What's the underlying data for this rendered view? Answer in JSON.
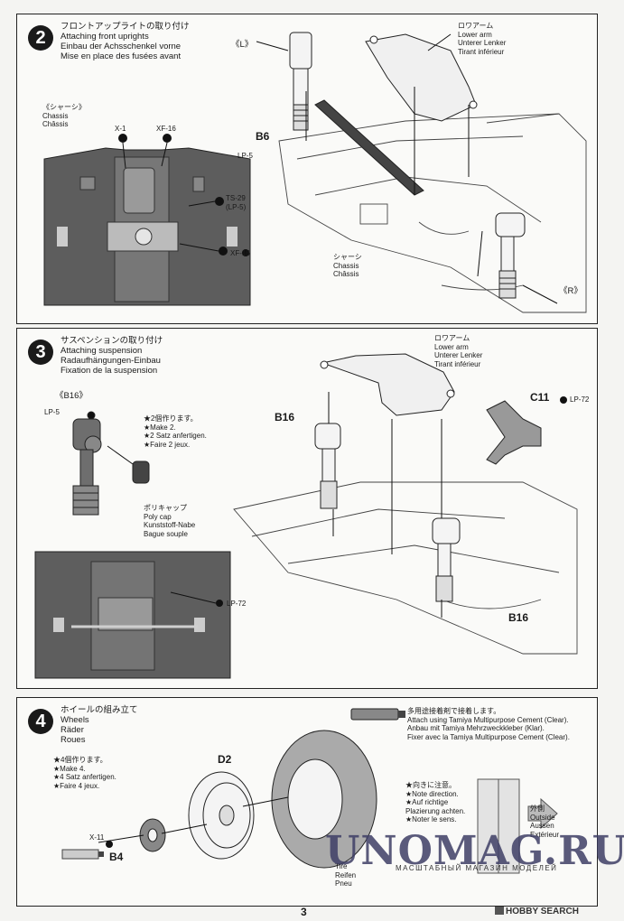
{
  "page": {
    "number": "3"
  },
  "watermark": {
    "main": "UNOMAG.RU",
    "sub": "МАСШТАБНЫЙ МАГАЗИН МОДЕЛЕЙ"
  },
  "brand": {
    "text": "HOBBY SEARCH"
  },
  "step2": {
    "number": "2",
    "title_jp": "フロントアップライトの取り付け",
    "title_en": "Attaching front uprights",
    "title_de": "Einbau der Achsschenkel vorne",
    "title_fr": "Mise en place des fusées avant",
    "side_left": "《L》",
    "side_right": "《R》",
    "chassis_inset": {
      "jp": "《シャーシ》",
      "de": "Chassis",
      "fr": "Châssis"
    },
    "x1": "X-1",
    "xf16_top": "XF-16",
    "ts29": "TS-29",
    "lp5_paren": "(LP-5)",
    "xf16_side": "XF-16",
    "b6": "B6",
    "lp5": "LP-5",
    "lower_arm": {
      "jp": "ロワアーム",
      "en": "Lower arm",
      "de": "Unterer Lenker",
      "fr": "Tirant inférieur"
    },
    "chassis": {
      "jp": "シャーシ",
      "en": "Chassis",
      "fr": "Châssis"
    }
  },
  "step3": {
    "number": "3",
    "title_jp": "サスペンションの取り付け",
    "title_en": "Attaching suspension",
    "title_de": "Radaufhängungen-Einbau",
    "title_fr": "Fixation de la suspension",
    "b16_detail": "《B16》",
    "lp5": "LP-5",
    "make2": {
      "jp": "★2個作ります。",
      "en": "★Make 2.",
      "de": "★2 Satz anfertigen.",
      "fr": "★Faire 2 jeux."
    },
    "polycap": {
      "jp": "ポリキャップ",
      "en": "Poly cap",
      "de": "Kunststoff-Nabe",
      "fr": "Bague souple"
    },
    "lp72_inset": "LP-72",
    "lower_arm": {
      "jp": "ロワアーム",
      "en": "Lower arm",
      "de": "Unterer Lenker",
      "fr": "Tirant inférieur"
    },
    "b16_left": "B16",
    "b16_right": "B16",
    "c11": "C11",
    "lp72": "LP-72"
  },
  "step4": {
    "number": "4",
    "title_jp": "ホイールの組み立て",
    "title_en": "Wheels",
    "title_de": "Räder",
    "title_fr": "Roues",
    "make4": {
      "jp": "★4個作ります。",
      "en": "★Make 4.",
      "de": "★4 Satz anfertigen.",
      "fr": "★Faire 4 jeux."
    },
    "cement": {
      "jp": "多用途接着剤で接着します。",
      "en": "Attach using Tamiya Multipurpose Cement (Clear).",
      "de": "Anbau mit Tamiya Mehrzweckkleber (Klar).",
      "fr": "Fixer avec la Tamiya Multipurpose Cement (Clear)."
    },
    "d2": "D2",
    "x11": "X-11",
    "b4": "B4",
    "tire": {
      "en": "Tire",
      "de": "Reifen",
      "fr": "Pneu"
    },
    "direction": {
      "jp": "★向きに注意。",
      "en": "★Note direction.",
      "de": "★Auf richtige",
      "de2": "Plazierung achten.",
      "fr": "★Noter le sens."
    },
    "outside": {
      "jp": "外側",
      "en": "Outside",
      "de": "Aussen",
      "fr": "Extérieur"
    }
  }
}
